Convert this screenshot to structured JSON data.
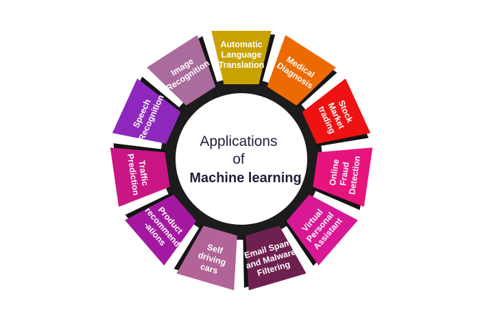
{
  "center": {
    "line1": "Applications",
    "line2": "of",
    "line3": "Machine learning"
  },
  "segments": [
    {
      "lines": [
        "Automatic",
        "Language",
        "Translation"
      ],
      "color": "#c8a200"
    },
    {
      "lines": [
        "Medical",
        "Diagnosis"
      ],
      "color": "#ec6a00"
    },
    {
      "lines": [
        "Stock",
        "Market",
        "trading"
      ],
      "color": "#ee1212"
    },
    {
      "lines": [
        "Online",
        "Fraud",
        "Detection"
      ],
      "color": "#e8147e"
    },
    {
      "lines": [
        "Virtual",
        "Personal",
        "Assistant"
      ],
      "color": "#d81894"
    },
    {
      "lines": [
        "Email Spam",
        "and Malware",
        "Filtering"
      ],
      "color": "#6e2150"
    },
    {
      "lines": [
        "Self",
        "driving",
        "cars"
      ],
      "color": "#b26498"
    },
    {
      "lines": [
        "Product",
        "recommend",
        "-ations"
      ],
      "color": "#a418a0"
    },
    {
      "lines": [
        "Traffic",
        "Prediction"
      ],
      "color": "#c91684"
    },
    {
      "lines": [
        "Speech",
        "Recognition"
      ],
      "color": "#8e28bc"
    },
    {
      "lines": [
        "Image",
        "Recognition"
      ],
      "color": "#aa6c9c"
    }
  ]
}
